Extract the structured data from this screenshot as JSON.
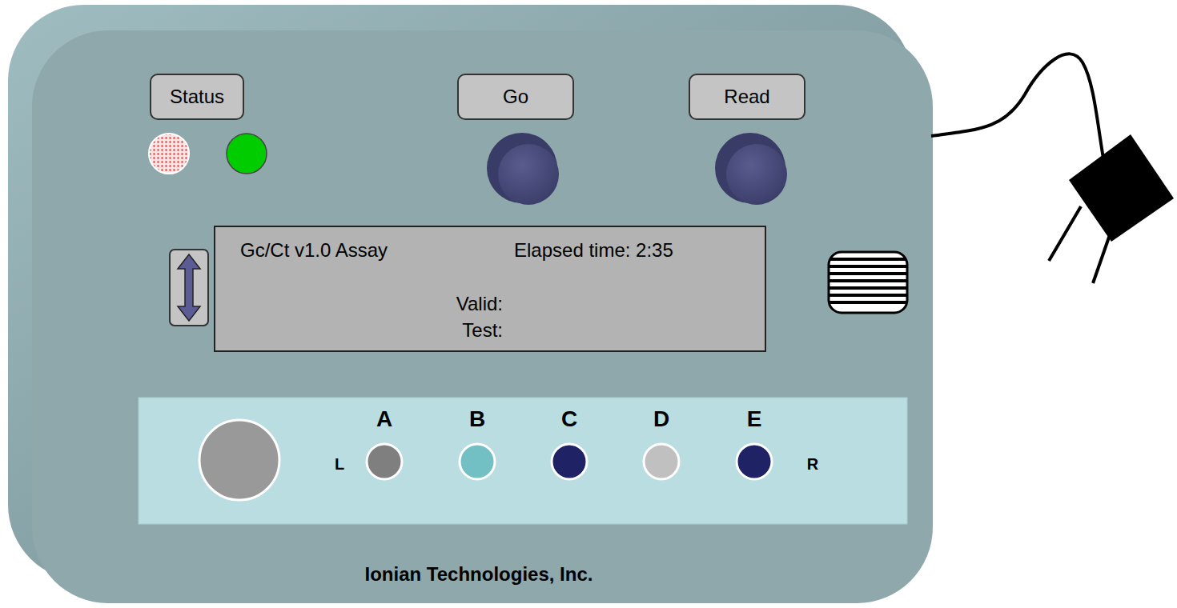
{
  "diagram": {
    "nodes": [
      {
        "text": [
          "Ionian Technologies, Inc."
        ]
      },
      {
        "text": [
          "Status"
        ],
        "in": 0
      },
      {
        "text": [
          "Go"
        ],
        "in": 0
      },
      {
        "text": [
          "Read"
        ],
        "in": 0
      },
      {
        "text": [
          "Gc/Ct v1.0 Assay",
          "Elapsed time: 2:35",
          "Valid:",
          "Test:"
        ],
        "in": 0
      }
    ],
    "labels": [
      "A",
      "B",
      "C",
      "D",
      "E",
      "L",
      "R"
    ]
  }
}
